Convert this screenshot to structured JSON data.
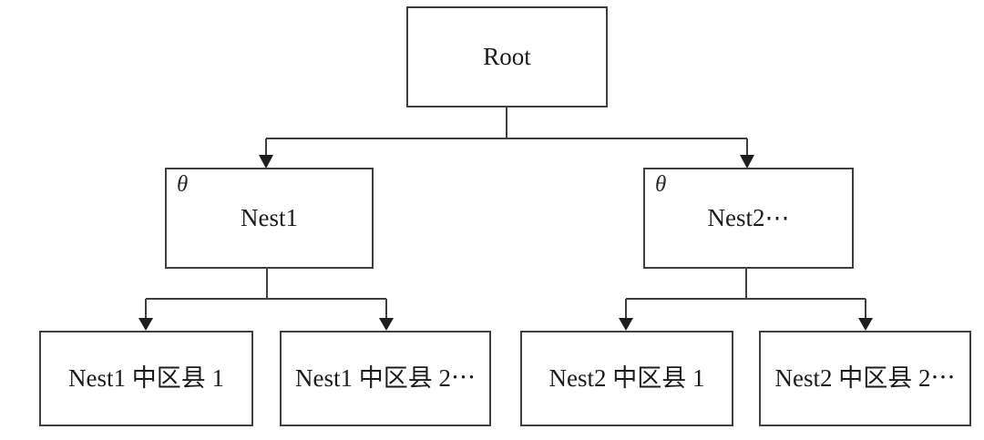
{
  "diagram": {
    "type": "tree",
    "root": {
      "label": "Root"
    },
    "nests": [
      {
        "annotation": "θ",
        "label": "Nest1",
        "children": [
          {
            "label": "Nest1 中区县 1"
          },
          {
            "label": "Nest1 中区县 2⋯"
          }
        ]
      },
      {
        "annotation": "θ",
        "label": "Nest2⋯",
        "children": [
          {
            "label": "Nest2 中区县 1"
          },
          {
            "label": "Nest2 中区县 2⋯"
          }
        ]
      }
    ]
  },
  "colors": {
    "background": "#ffffff",
    "line": "#3f3f3f",
    "arrowhead": "#1e1e1e",
    "text": "#1c1c1c"
  }
}
